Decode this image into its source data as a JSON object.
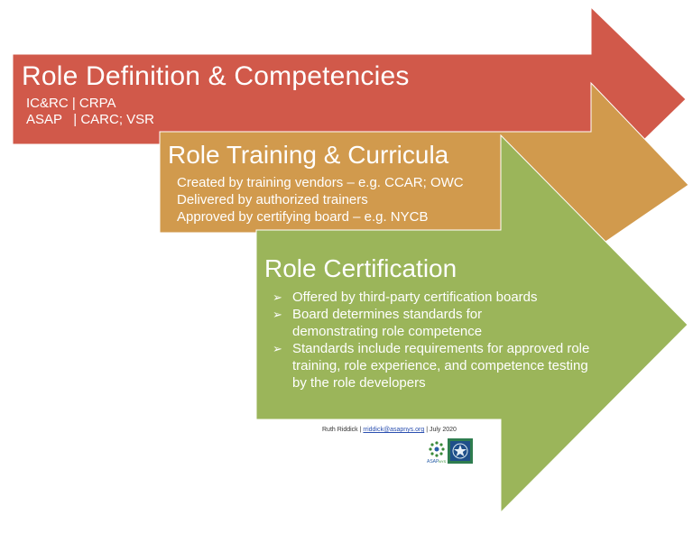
{
  "colors": {
    "arrow1": "#d1594a",
    "arrow2": "#d19a4d",
    "arrow3": "#9bb55a",
    "text": "#ffffff"
  },
  "arrow1": {
    "title": "Role Definition & Competencies",
    "lines": [
      "IC&RC | CRPA",
      "ASAP   | CARC; VSR"
    ]
  },
  "arrow2": {
    "title": "Role Training & Curricula",
    "lines": [
      "Created by training vendors – e.g. CCAR; OWC",
      "Delivered by authorized trainers",
      "Approved by certifying board – e.g. NYCB"
    ]
  },
  "arrow3": {
    "title": "Role Certification",
    "bullet_icon": "arrow-bullet-icon",
    "items": [
      "Offered by third-party certification boards",
      "Board determines standards for demonstrating role competence",
      "Standards include requirements for approved role training, role experience, and competence testing by the role developers"
    ]
  },
  "footer": {
    "author": "Ruth Riddick",
    "separator": "|",
    "email": "rriddick@asapnys.org",
    "separator2": "|",
    "date": "July 2020"
  },
  "logos": {
    "asap_text": "ASAP",
    "asap_suffix": "NYS"
  }
}
